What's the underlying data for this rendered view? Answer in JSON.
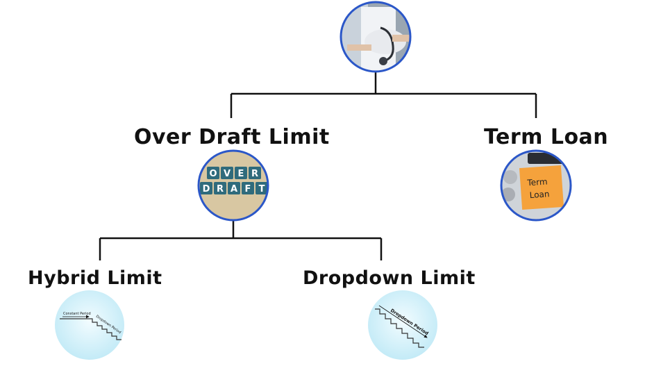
{
  "nodes": {
    "root": {
      "icon": "doctor-stethoscope-photo"
    },
    "overdraft": {
      "label": "Over Draft Limit",
      "icon": "overdraft-tiles-photo",
      "tiles_row1": [
        "O",
        "V",
        "E",
        "R"
      ],
      "tiles_row2": [
        "D",
        "R",
        "A",
        "F",
        "T"
      ]
    },
    "termloan": {
      "label": "Term Loan",
      "icon": "sticky-note-photo",
      "note_line1": "Term",
      "note_line2": "Loan"
    },
    "hybrid": {
      "label": "Hybrid Limit",
      "icon": "stepped-line-diagram",
      "left_caption": "Constant Period",
      "right_caption": "Dropdown Period"
    },
    "dropdown": {
      "label": "Dropdown Limit",
      "icon": "stepped-line-diagram",
      "caption": "Dropdown Period"
    }
  },
  "colors": {
    "line": "#111111",
    "circle_border": "#2b57c8",
    "light_circle": "#c5ecf7",
    "tile": "#2f6b7c",
    "sticky_note": "#f5a23c"
  }
}
